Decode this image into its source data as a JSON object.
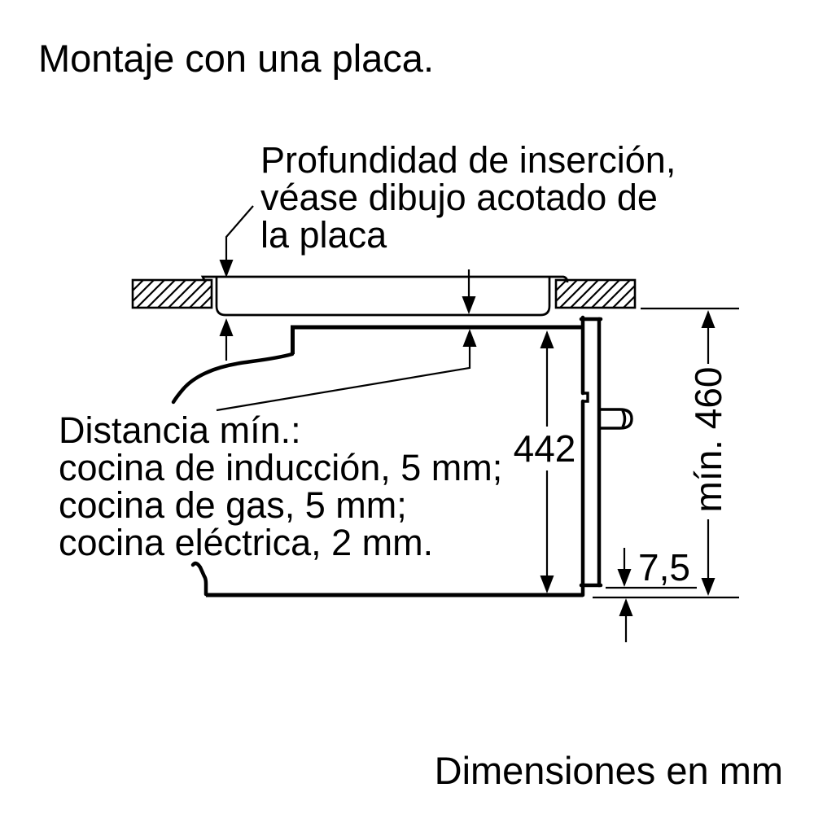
{
  "title": "Montaje con una placa.",
  "footer": "Dimensiones en mm",
  "insertion_note": {
    "line1": "Profundidad de inserción,",
    "line2": "véase dibujo acotado de",
    "line3": "la placa"
  },
  "distance_note": {
    "line1": "Distancia mín.:",
    "line2": "cocina de inducción, 5 mm;",
    "line3": "cocina de gas, 5 mm;",
    "line4": "cocina eléctrica, 2 mm."
  },
  "dimensions": {
    "cabinet_height": "442",
    "niche_min_height": "mín. 460",
    "door_bottom_gap": "7,5"
  },
  "units": "mm",
  "colors": {
    "ink": "#000000",
    "background": "#ffffff"
  }
}
